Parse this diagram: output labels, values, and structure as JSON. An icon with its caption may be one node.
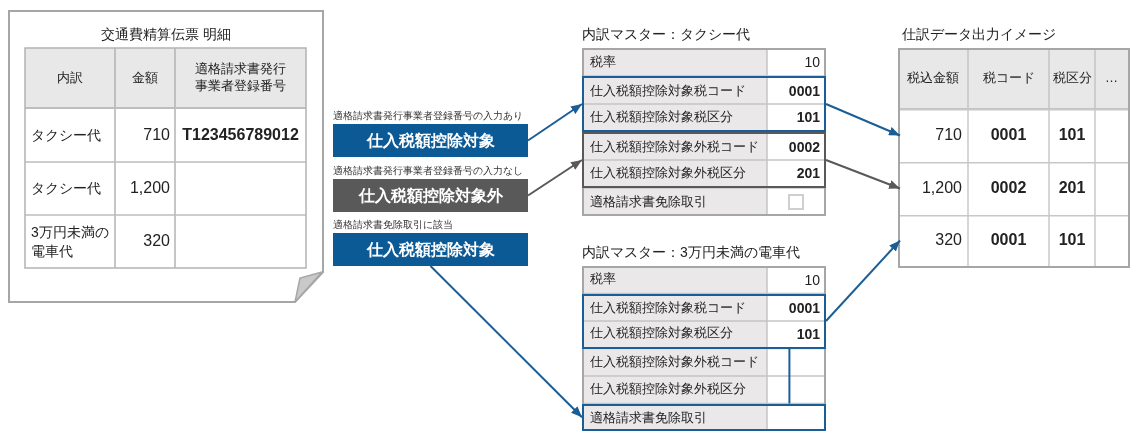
{
  "diagram": {
    "nodes": [
      {
        "text": [
          "交通費精算伝票 明細"
        ]
      },
      {
        "text": [
          "仕入税額控除対象"
        ],
        "beside": [
          "適格請求書発行事業者登録番号の入力あり"
        ]
      },
      {
        "text": [
          "仕入税額控除対象外"
        ],
        "beside": [
          "適格請求書発行事業者登録番号の入力なし"
        ]
      },
      {
        "text": [
          "仕入税額控除対象"
        ],
        "beside": [
          "適格請求書免除取引に該当"
        ]
      },
      {
        "text": [
          "内訳マスター：タクシー代"
        ]
      },
      {
        "text": [
          "仕入税額控除対象税コード",
          "0001",
          "仕入税額控除対象税区分",
          "101"
        ],
        "in": 4
      },
      {
        "text": [
          "仕入税額控除対象外税コード",
          "0002",
          "仕入税額控除対象外税区分",
          "201"
        ],
        "in": 4
      },
      {
        "text": [
          "内訳マスター：3万円未満の電車代"
        ]
      },
      {
        "text": [
          "仕入税額控除対象税コード",
          "0001",
          "仕入税額控除対象税区分",
          "101"
        ],
        "in": 7
      },
      {
        "text": [
          "適格請求書免除取引"
        ],
        "in": 7
      },
      {
        "text": [
          "仕訳データ出力イメージ"
        ]
      },
      {
        "text": [
          "710",
          "0001",
          "101"
        ],
        "in": 10
      },
      {
        "text": [
          "1,200",
          "0002",
          "201"
        ],
        "in": 10
      },
      {
        "text": [
          "320",
          "0001",
          "101"
        ],
        "in": 10
      }
    ],
    "edges": [
      {
        "from": 1,
        "to": 5,
        "arrow": "to"
      },
      {
        "from": 2,
        "to": 6,
        "arrow": "to",
        "color": "#595959"
      },
      {
        "from": 3,
        "to": 9,
        "arrow": "to"
      },
      {
        "from": 5,
        "to": 11,
        "arrow": "to"
      },
      {
        "from": 6,
        "to": 12,
        "arrow": "to",
        "color": "#595959"
      },
      {
        "from": 9,
        "to": 8,
        "arrow": "none"
      },
      {
        "from": 8,
        "to": 13,
        "arrow": "to"
      }
    ],
    "labels": [
      "内訳",
      "金額",
      "適格請求書発行事業者登録番号",
      "タクシー代",
      "710",
      "T123456789012",
      "タクシー代",
      "1,200",
      "3万円未満の電車代",
      "320",
      "税率",
      "10",
      "適格請求書免除取引",
      "税率",
      "10",
      "仕入税額控除対象外税コード",
      "仕入税額控除対象外税区分",
      "税込金額",
      "税コード",
      "税区分",
      "…"
    ]
  }
}
